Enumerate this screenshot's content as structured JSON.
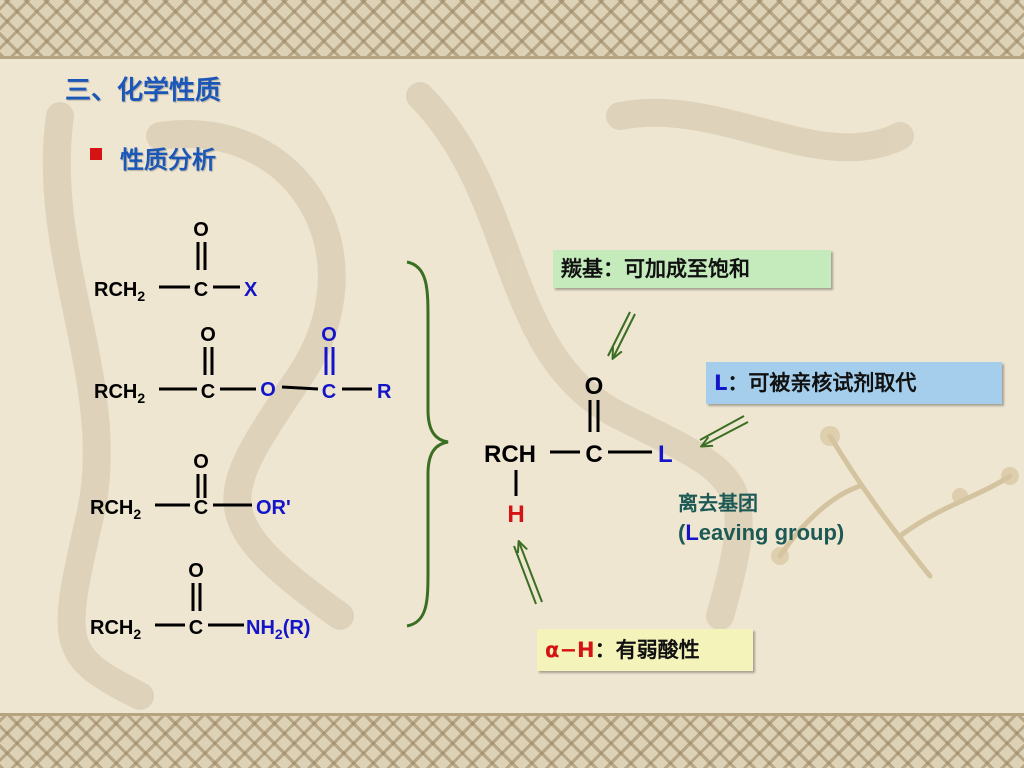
{
  "title": "三、化学性质",
  "subtitle": "性质分析",
  "structures": {
    "acyl_halide": {
      "r": "RCH",
      "sub": "2",
      "o": "O",
      "c": "C",
      "x": "X"
    },
    "anhydride": {
      "r": "RCH",
      "sub": "2",
      "o1": "O",
      "c1": "C",
      "o_bridge": "O",
      "o2": "O",
      "c2": "C",
      "r2": "R"
    },
    "ester": {
      "r": "RCH",
      "sub": "2",
      "o": "O",
      "c": "C",
      "or": "OR'"
    },
    "amide": {
      "r": "RCH",
      "sub": "2",
      "o": "O",
      "c": "C",
      "nh": "NH",
      "nh_sub": "2",
      "nh_suffix": "(R)"
    }
  },
  "general": {
    "rch": "RCH",
    "c": "C",
    "o": "O",
    "l": "L",
    "h": "H"
  },
  "annotations": {
    "carbonyl": "羰基：可加成至饱和",
    "L_prefix": "L",
    "L_rest": "：可被亲核试剂取代",
    "alpha_symbol": "α",
    "alpha_rest1": "−H",
    "alpha_rest2": "：有弱酸性",
    "leaving_cn": "离去基团",
    "leaving_open": "(",
    "leaving_L": "L",
    "leaving_rest": "eaving group)"
  },
  "colors": {
    "title": "#1a57b8",
    "bullet": "#d41414",
    "blue_text": "#1414c8",
    "red_text": "#d41414",
    "brace": "#3a6e22",
    "arrow": "#3a6e22",
    "carbonyl_box": "#c5ebbd",
    "L_box": "#a4ceeb",
    "alpha_box": "#f4f3b9"
  }
}
